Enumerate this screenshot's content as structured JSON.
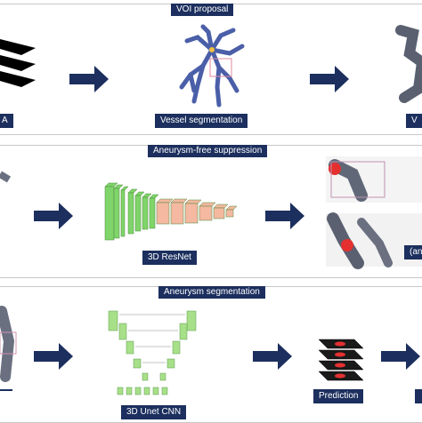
{
  "panels": [
    {
      "title": "VOI proposal",
      "labels": {
        "left": "A",
        "middle": "Vessel segmentation",
        "right": "V"
      }
    },
    {
      "title": "Aneurysm-free suppression",
      "labels": {
        "middle": "3D ResNet",
        "right": "(an"
      }
    },
    {
      "title": "Aneurysm segmentation",
      "labels": {
        "left": "",
        "middle": "3D Unet CNN",
        "prediction": "Prediction"
      }
    }
  ],
  "colors": {
    "navy": "#1c2f5e",
    "resnet_green": "#7fd46a",
    "resnet_pink": "#f5b8a0",
    "unet_green": "#a8e08a",
    "vessel": "#4a5fa8",
    "lesion": "#e53030"
  }
}
